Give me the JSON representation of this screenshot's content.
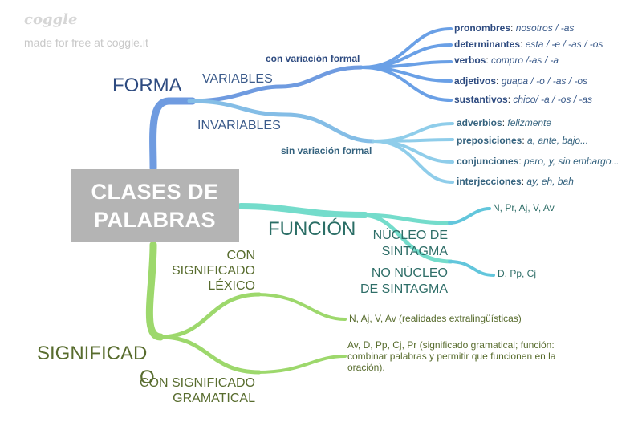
{
  "branding": {
    "logo": "coggle",
    "tagline": "made for free at coggle.it"
  },
  "central": {
    "line1": "CLASES DE",
    "line2": "PALABRAS"
  },
  "forma": {
    "label": "FORMA",
    "variables": {
      "label": "VARIABLES",
      "sub_label": "con variación formal",
      "items": [
        {
          "term": "pronombres",
          "examples": "nosotros / -as"
        },
        {
          "term": "determinantes",
          "examples": "esta / -e / -as / -os"
        },
        {
          "term": "verbos",
          "examples": "compro /-as / -a"
        },
        {
          "term": "adjetivos",
          "examples": "guapa / -o / -as / -os"
        },
        {
          "term": "sustantivos",
          "examples": "chico/ -a / -os / -as"
        }
      ]
    },
    "invariables": {
      "label": "INVARIABLES",
      "sub_label": "sin variación formal",
      "items": [
        {
          "term": "adverbios",
          "examples": "felizmente"
        },
        {
          "term": "preposiciones",
          "examples": "a, ante, bajo..."
        },
        {
          "term": "conjunciones",
          "examples": "pero, y, sin embargo..."
        },
        {
          "term": "interjecciones",
          "examples": "ay, eh, bah"
        }
      ]
    }
  },
  "funcion": {
    "label": "FUNCIÓN",
    "nucleo": {
      "line1": "NÚCLEO DE",
      "line2": "SINTAGMA",
      "leaf": "N, Pr, Aj, V, Av"
    },
    "no_nucleo": {
      "line1": "NO NÚCLEO",
      "line2": "DE SINTAGMA",
      "leaf": "D, Pp, Cj"
    }
  },
  "significado": {
    "label_line1": "SIGNIFICAD",
    "label_line2": "O",
    "lexico": {
      "line1": "CON",
      "line2": "SIGNIFICADO",
      "line3": "LÉXICO",
      "leaf": "N, Aj, V, Av (realidades extralingüísticas)"
    },
    "gramatical": {
      "line1": "CON SIGNIFICADO",
      "line2": "GRAMATICAL",
      "leaf_line1": "Av, D, Pp, Cj, Pr (significado gramatical; función:",
      "leaf_line2": "combinar palabras y permitir que funcionen en la",
      "leaf_line3": "oración)."
    }
  },
  "colors": {
    "forma_branch": "#6f9be0",
    "variables_leaf": "#6aa0e6",
    "invariables_leaf": "#8fcdea",
    "funcion_branch": "#74dccb",
    "funcion_leaf": "#62c6dc",
    "significado_branch": "#9dd86c",
    "central_box": "#b4b4b4"
  }
}
